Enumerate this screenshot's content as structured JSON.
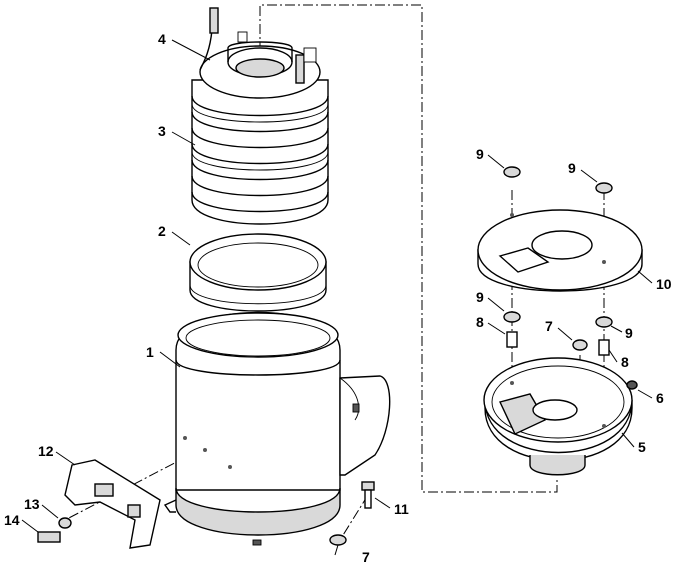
{
  "callouts": {
    "c1": "1",
    "c2": "2",
    "c3": "3",
    "c4": "4",
    "c5": "5",
    "c6": "6",
    "c7a": "7",
    "c7b": "7",
    "c8a": "8",
    "c8b": "8",
    "c9a": "9",
    "c9b": "9",
    "c9c": "9",
    "c9d": "9",
    "c10": "10",
    "c11": "11",
    "c12": "12",
    "c13": "13",
    "c14": "14"
  },
  "colors": {
    "line": "#000000",
    "background": "#ffffff",
    "shade": "#d9d9d9"
  }
}
